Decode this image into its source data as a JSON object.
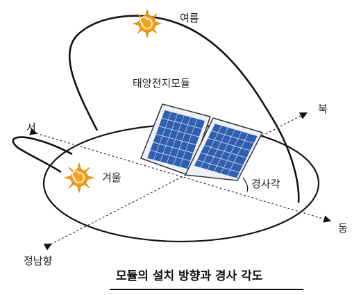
{
  "labels": {
    "summer": "여름",
    "module": "태양전지모듈",
    "north": "북",
    "west": "서",
    "winter": "겨울",
    "tilt": "경사각",
    "east": "동",
    "south": "정남향"
  },
  "title": "모듈의 설치 방향과 경사 각도",
  "colors": {
    "sun_fill": "#f7a21b",
    "sun_core": "#ffffff",
    "panel_cell": "#2f5fae",
    "panel_cell_light": "#6f9de0",
    "line": "#111111"
  },
  "icons": [
    "sun-icon",
    "sun-icon",
    "solar-panel-icon"
  ]
}
